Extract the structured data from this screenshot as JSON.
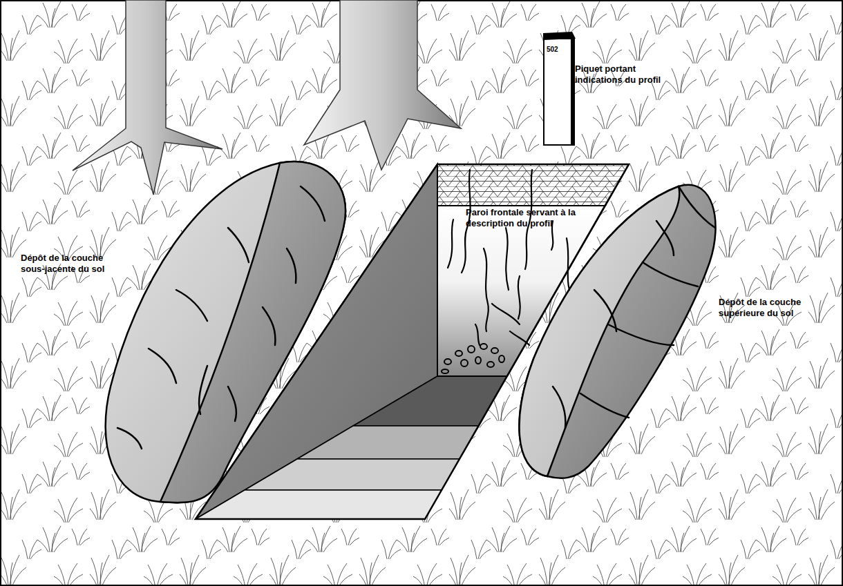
{
  "diagram": {
    "nodes": [
      {
        "text": [
          "502"
        ]
      },
      {
        "text": [
          "Paroi frontale servant à la description du profil"
        ]
      }
    ],
    "labels": [
      "Piquet portant indications du profil",
      "Dépôt de la couche sous-jacente du sol",
      "Dépôt de la couche supérieure du sol"
    ]
  }
}
